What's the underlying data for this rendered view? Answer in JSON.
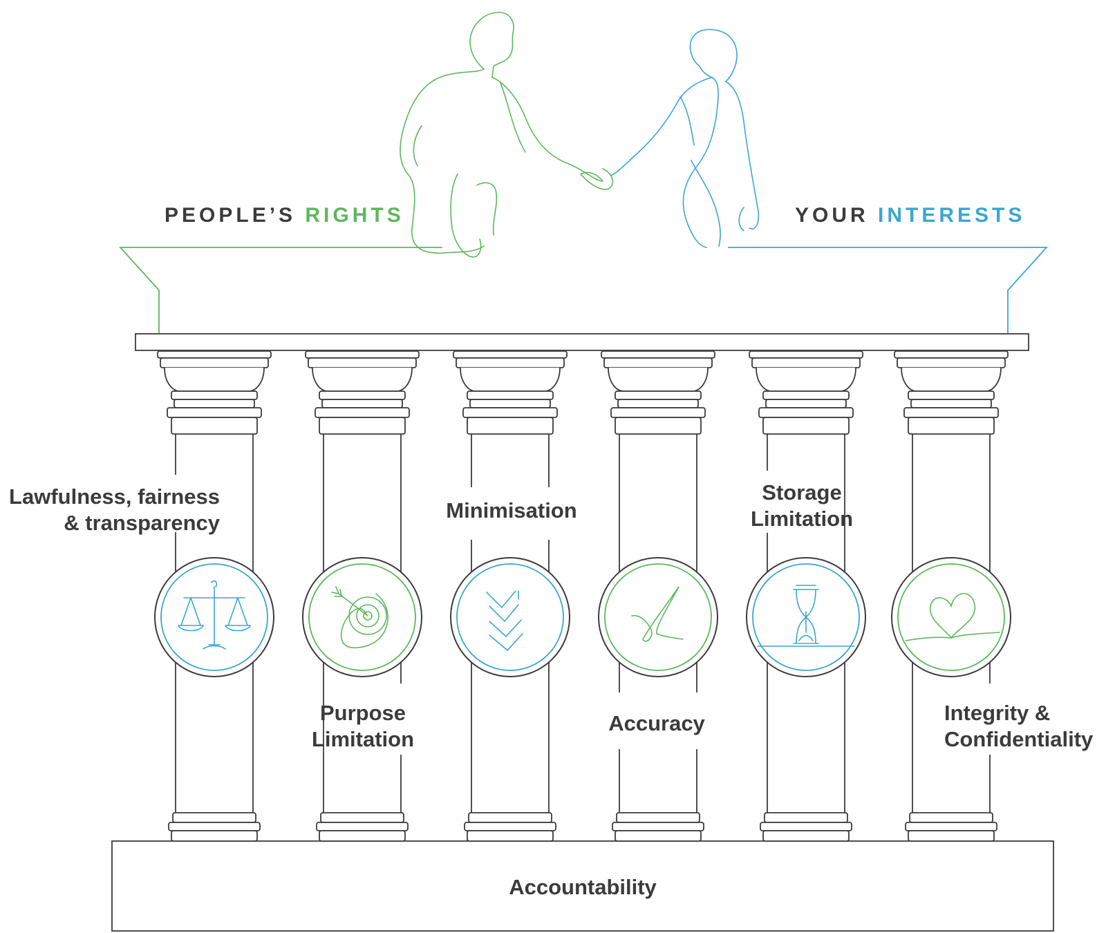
{
  "header": {
    "left_title": {
      "part1": "PEOPLE’S ",
      "part2": "RIGHTS"
    },
    "right_title": {
      "part1": "YOUR ",
      "part2": "INTERESTS"
    }
  },
  "pillars": [
    {
      "label_line1": "Lawfulness, fairness",
      "label_line2": "& transparency",
      "icon": "scales-icon",
      "ring": "blue"
    },
    {
      "label_line1": "Purpose",
      "label_line2": "Limitation",
      "icon": "target-arrow-icon",
      "ring": "green"
    },
    {
      "label_line1": "Minimisation",
      "label_line2": "",
      "icon": "chevrons-down-icon",
      "ring": "blue"
    },
    {
      "label_line1": "Accuracy",
      "label_line2": "",
      "icon": "check-mark-icon",
      "ring": "green"
    },
    {
      "label_line1": "Storage",
      "label_line2": "Limitation",
      "icon": "hourglass-icon",
      "ring": "blue"
    },
    {
      "label_line1": "Integrity &",
      "label_line2": "Confidentiality",
      "icon": "heart-icon",
      "ring": "green"
    }
  ],
  "base": {
    "label": "Accountability"
  },
  "colors": {
    "green": "#5cb85c",
    "blue": "#3aa6d2",
    "line": "#3b3b3b",
    "text": "#3b3b3b"
  }
}
